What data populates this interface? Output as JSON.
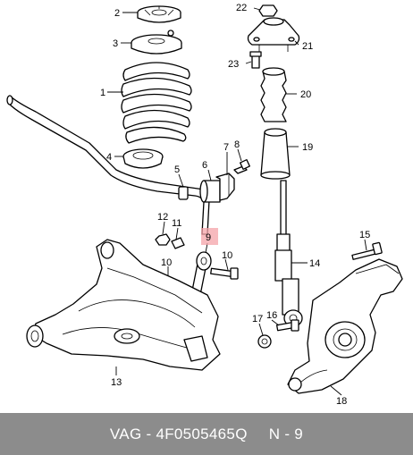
{
  "colors": {
    "highlight": "#f4a3a8",
    "footer_bg": "#8c8c8c",
    "footer_text": "#ffffff"
  },
  "callouts": {
    "c1": "1",
    "c2": "2",
    "c3": "3",
    "c4": "4",
    "c5": "5",
    "c6": "6",
    "c7": "7",
    "c8": "8",
    "c9": "9",
    "c10a": "10",
    "c10b": "10",
    "c11": "11",
    "c12": "12",
    "c13": "13",
    "c14": "14",
    "c15": "15",
    "c16": "16",
    "c17": "17",
    "c18": "18",
    "c19": "19",
    "c20": "20",
    "c21": "21",
    "c22": "22",
    "c23": "23"
  },
  "footer": {
    "brand": "VAG - 4F0505465Q",
    "position": "N - 9"
  }
}
